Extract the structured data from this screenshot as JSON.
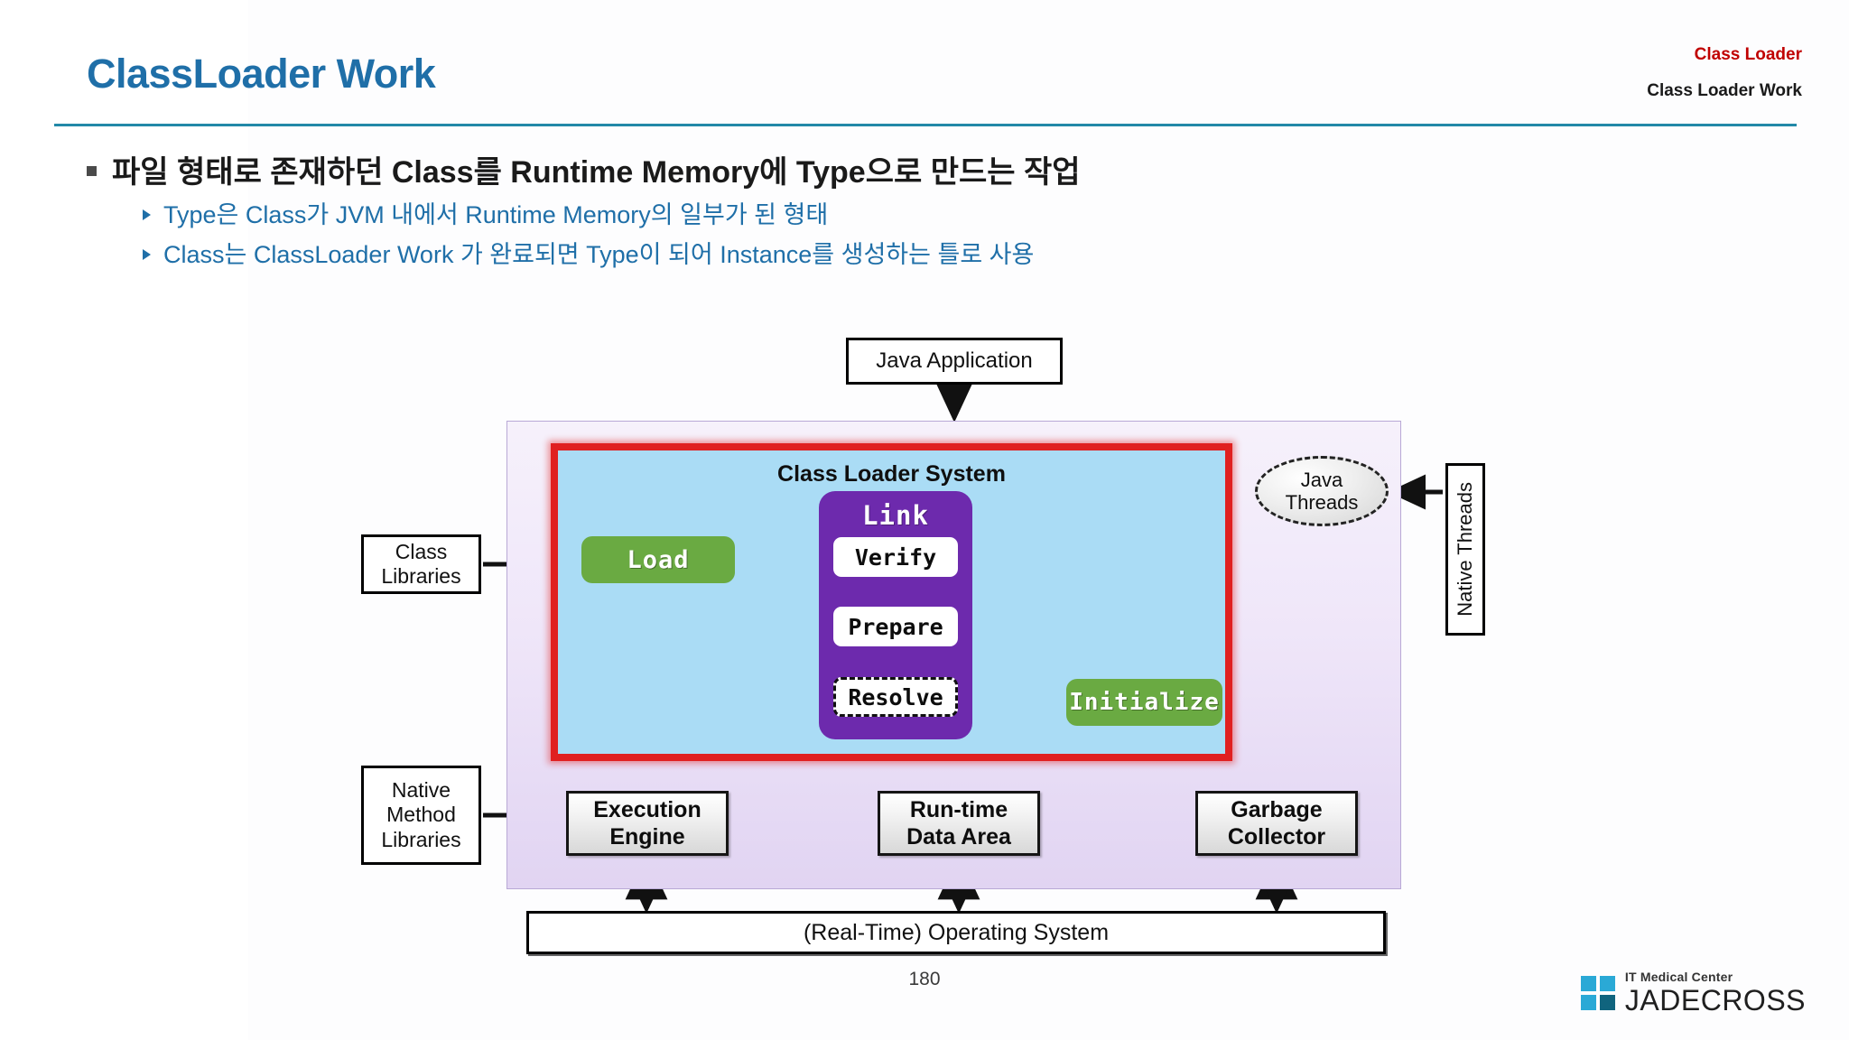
{
  "header": {
    "title": "ClassLoader Work",
    "crumb_top": "Class Loader",
    "crumb_bottom": "Class Loader Work",
    "title_color": "#1f6fa8",
    "rule_color": "#2289a8",
    "crumb_top_color": "#c00000"
  },
  "bullets": {
    "level1": "• 파일 형태로 존재하던 Class를 Runtime Memory에 Type으로 만드는 작업",
    "level1_text": "파일 형태로 존재하던 Class를 Runtime Memory에 Type으로 만드는 작업",
    "level2_a": "Type은 Class가 JVM 내에서 Runtime Memory의 일부가 된 형태",
    "level2_b": "Class는 ClassLoader Work 가 완료되면 Type이 되어 Instance를 생성하는 틀로 사용",
    "level2_color": "#1f6fa8"
  },
  "diagram": {
    "java_application": "Java Application",
    "class_libraries": "Class\nLibraries",
    "class_libraries_l1": "Class",
    "class_libraries_l2": "Libraries",
    "native_method_libraries_l1": "Native",
    "native_method_libraries_l2": "Method",
    "native_method_libraries_l3": "Libraries",
    "class_loader_system": "Class Loader System",
    "load": "Load",
    "link": "Link",
    "verify": "Verify",
    "prepare": "Prepare",
    "resolve": "Resolve",
    "initialize": "Initialize",
    "execution_engine_l1": "Execution",
    "execution_engine_l2": "Engine",
    "runtime_data_area_l1": "Run-time",
    "runtime_data_area_l2": "Data Area",
    "garbage_collector_l1": "Garbage",
    "garbage_collector_l2": "Collector",
    "java_threads_l1": "Java",
    "java_threads_l2": "Threads",
    "native_threads": "Native Threads",
    "operating_system": "(Real-Time) Operating System",
    "colors": {
      "jvm_container_fill": "#efe6f9",
      "class_loader_system_fill": "#aadcf5",
      "class_loader_system_border": "#e02020",
      "link_fill": "#6d2aad",
      "green_chip": "#6aaa42",
      "yellow_arrow": "#ffe800",
      "black_arrow": "#111111"
    }
  },
  "footer": {
    "page_number": "180",
    "logo_tagline": "IT Medical Center",
    "logo_name": "JADECROSS"
  }
}
